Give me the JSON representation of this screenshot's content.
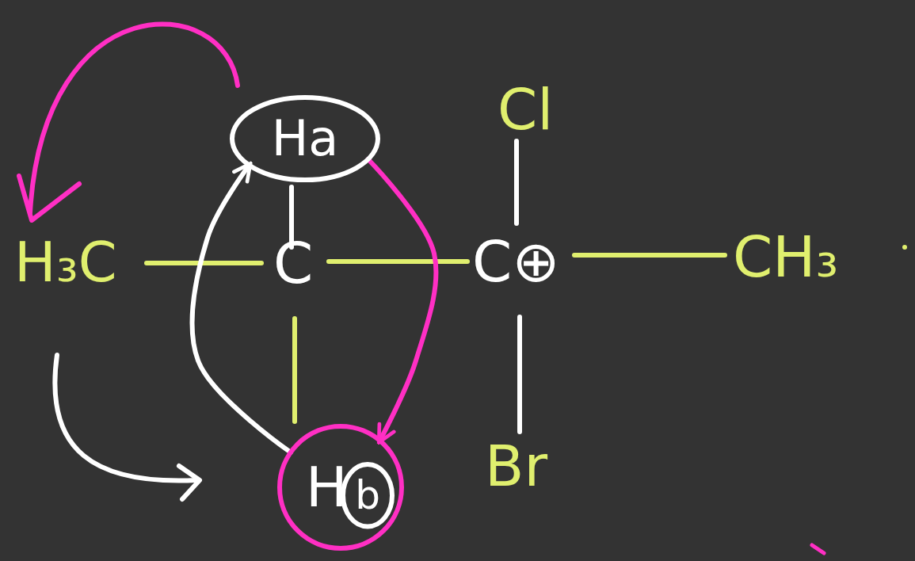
{
  "diagram": {
    "nodes": [
      {
        "text": [
          "Ha"
        ]
      },
      {
        "text": [
          "H"
        ]
      },
      {
        "text": [
          "b"
        ],
        "in": 1
      }
    ],
    "edges": [
      {
        "from": 0,
        "to": 1,
        "arrow": "to"
      },
      {
        "from": 1,
        "to": 0,
        "arrow": "to"
      }
    ],
    "labels": [
      "H₃C",
      "C",
      "C⊕",
      "Cl",
      "CH₃",
      "Br"
    ]
  }
}
